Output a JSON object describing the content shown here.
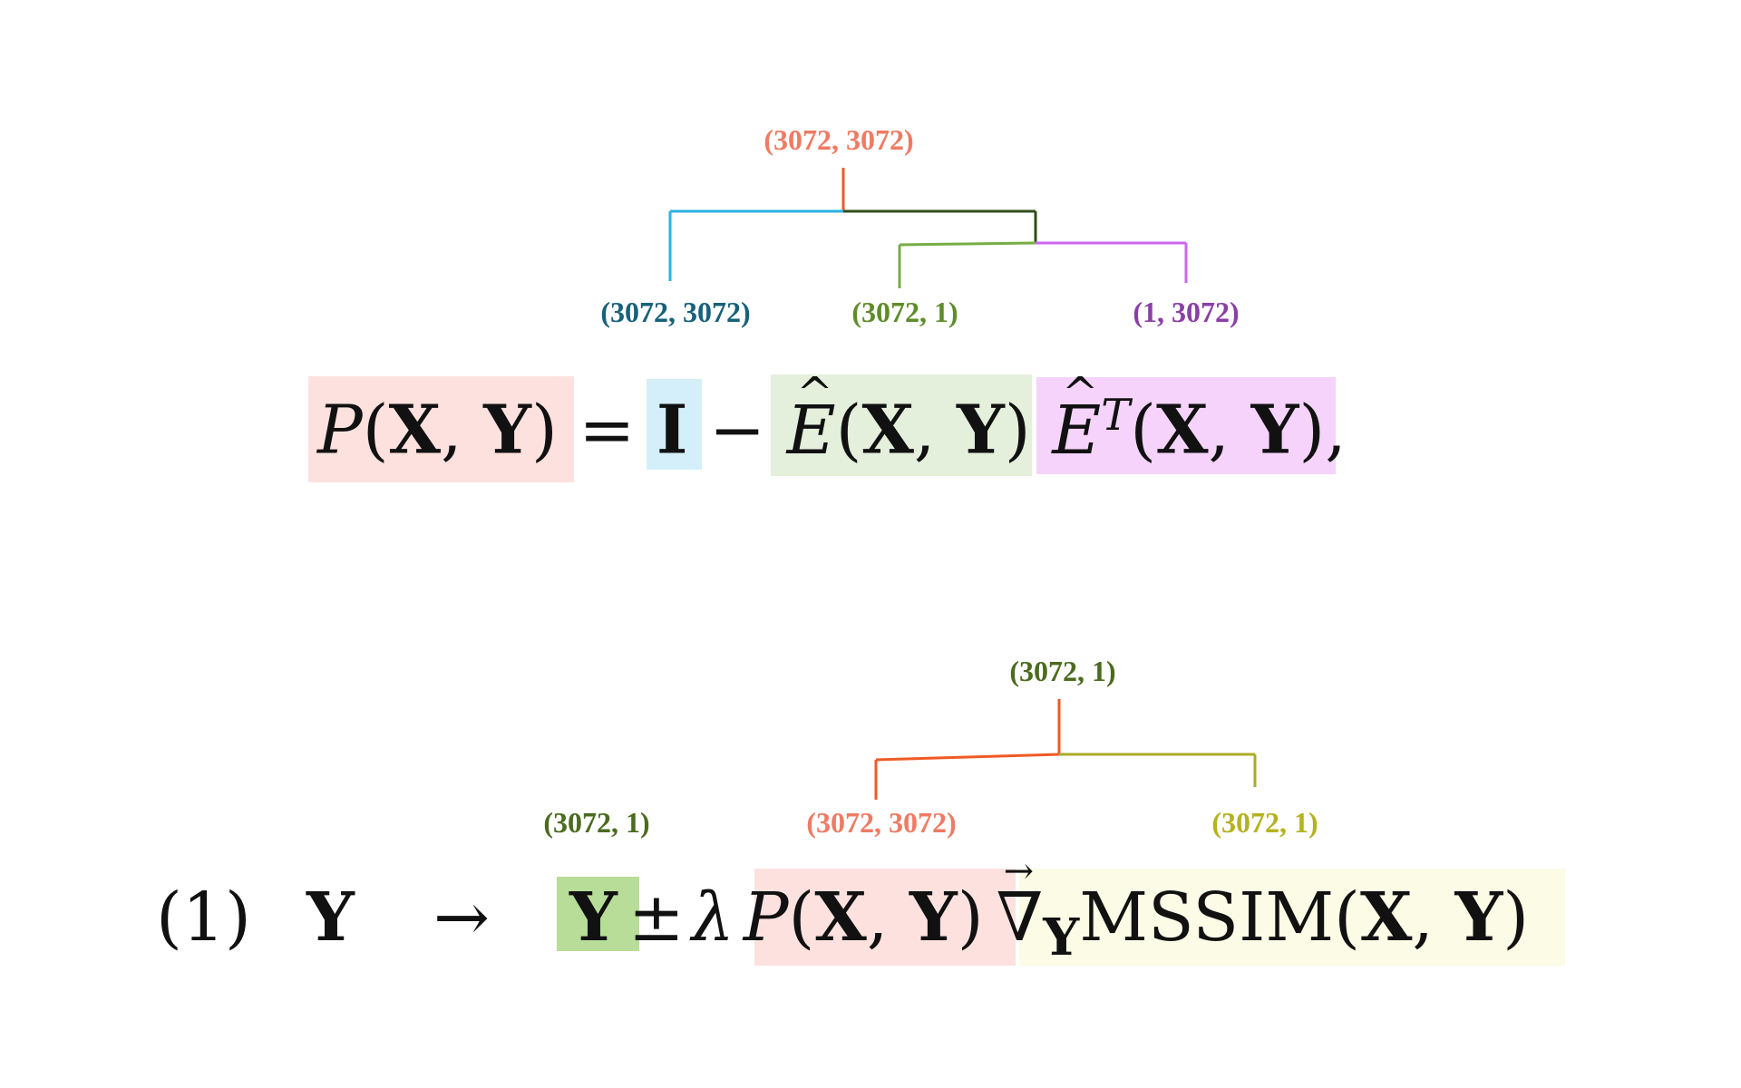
{
  "top": {
    "root_dim": "(3072, 3072)",
    "dims": {
      "identity": "(3072, 3072)",
      "ehat": "(3072, 1)",
      "ehatT": "(1, 3072)"
    },
    "equation": {
      "lhs_P": "P",
      "lhs_args": "(",
      "X": "X",
      "comma": ", ",
      "Y": "Y",
      "close": ")",
      "equals": " = ",
      "I": "I",
      "minus": " − ",
      "E": "E",
      "T": "T",
      "trailing": ","
    }
  },
  "bottom": {
    "root_dim": "(3072, 1)",
    "dims": {
      "y": "(3072, 1)",
      "P": "(3072, 3072)",
      "grad": "(3072, 1)"
    },
    "equation": {
      "number": "(1)",
      "Y_left": "Y",
      "arrow": "→",
      "Y_hl": "Y",
      "pm": "±",
      "lambda": "λ",
      "P": "P",
      "X": "X",
      "Y": "Y",
      "nabla": "∇",
      "subY": "Y",
      "mssim": "MSSIM"
    }
  },
  "colors": {
    "salmon": "#f07a63",
    "teal": "#17617a",
    "green": "#5e8c2a",
    "purple": "#8a3fa6",
    "olive": "#b4b21e",
    "darkgreen": "#4b6b1e",
    "hl_pink": "#fde1de",
    "hl_blue": "#d4effa",
    "hl_green": "#e4efdc",
    "hl_purple": "#f5d3fb",
    "hl_green_strong": "#b7dd98",
    "hl_yellow": "#fbfbe6"
  }
}
